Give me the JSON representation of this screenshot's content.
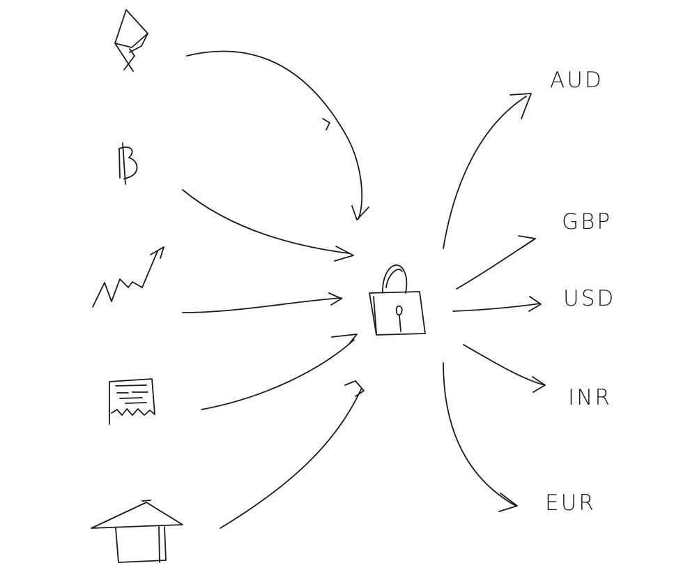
{
  "diagram": {
    "inputs": [
      {
        "id": "ethereum",
        "icon": "ethereum-icon"
      },
      {
        "id": "bitcoin",
        "icon": "bitcoin-icon"
      },
      {
        "id": "stocks",
        "icon": "rising-chart-icon"
      },
      {
        "id": "document",
        "icon": "document-icon"
      },
      {
        "id": "house",
        "icon": "house-icon"
      }
    ],
    "center": {
      "icon": "padlock-icon"
    },
    "outputs": [
      {
        "id": "aud",
        "label": "AUD"
      },
      {
        "id": "gbp",
        "label": "GBP"
      },
      {
        "id": "usd",
        "label": "USD"
      },
      {
        "id": "inr",
        "label": "INR"
      },
      {
        "id": "eur",
        "label": "EUR"
      }
    ],
    "colors": {
      "ink": "#1a1a1a",
      "background": "#ffffff"
    }
  }
}
